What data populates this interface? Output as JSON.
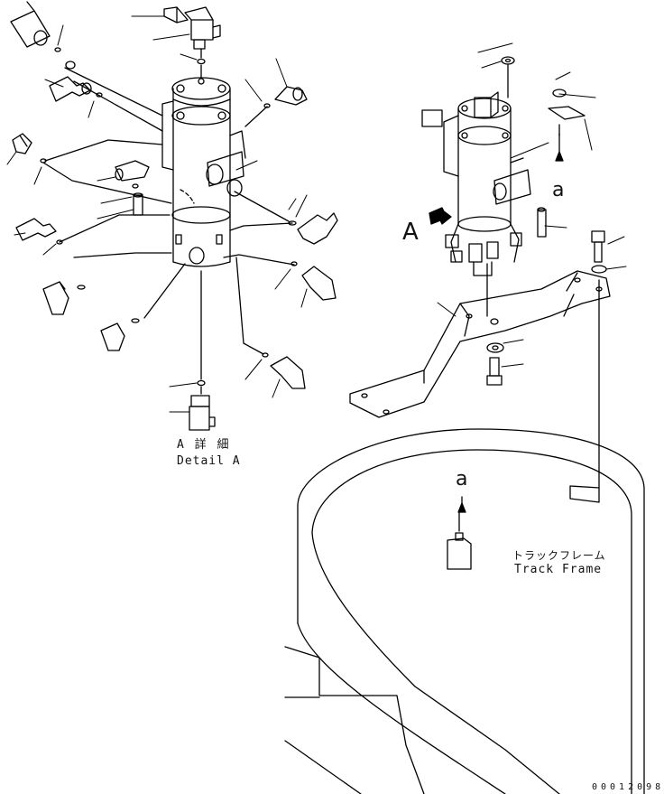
{
  "detail": {
    "label_jp": "A 詳 細",
    "label_en": "Detail A"
  },
  "view_marker": "A",
  "arrow_label_top": "a",
  "arrow_label_bottom": "a",
  "track_frame": {
    "label_jp": "トラックフレーム",
    "label_en": "Track Frame"
  },
  "drawing_code": "00012098",
  "colors": {
    "line": "#000000",
    "paper": "#ffffff"
  }
}
